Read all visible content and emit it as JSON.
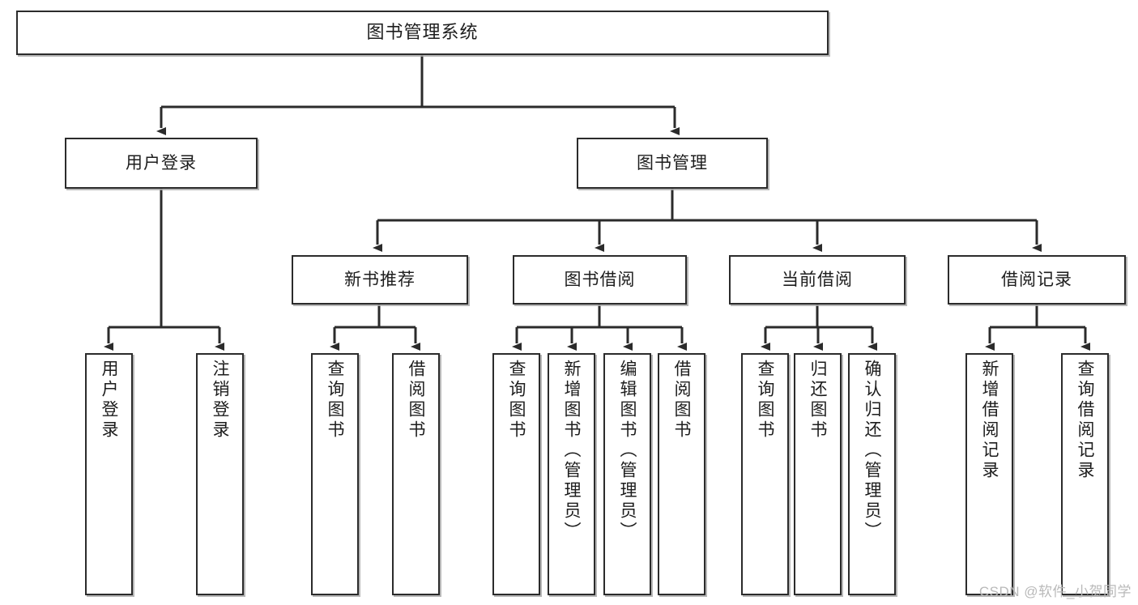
{
  "diagram": {
    "type": "tree-hierarchy",
    "title": "图书管理系统",
    "watermark": "CSDN @软件_小贺同学",
    "colors": {
      "background": "#ffffff",
      "node_border": "#2b2b2b",
      "node_fill": "#ffffff",
      "edge": "#2b2b2b",
      "text": "#1d1d1d",
      "watermark": "#b9b9b9"
    },
    "nodes": {
      "root": {
        "label": "图书管理系统",
        "level": 0
      },
      "level1": [
        {
          "id": "user-login",
          "label": "用户登录"
        },
        {
          "id": "book-management",
          "label": "图书管理"
        }
      ],
      "level2": [
        {
          "id": "new-book-recommend",
          "label": "新书推荐",
          "parent": "book-management"
        },
        {
          "id": "book-borrow",
          "label": "图书借阅",
          "parent": "book-management"
        },
        {
          "id": "current-borrow",
          "label": "当前借阅",
          "parent": "book-management"
        },
        {
          "id": "borrow-record",
          "label": "借阅记录",
          "parent": "book-management"
        }
      ],
      "leaves": [
        {
          "id": "leaf-user-login",
          "label": "用户登录",
          "parent": "user-login"
        },
        {
          "id": "leaf-logout-login",
          "label": "注销登录",
          "parent": "user-login"
        },
        {
          "id": "leaf-query-book-1",
          "label": "查询图书",
          "parent": "new-book-recommend"
        },
        {
          "id": "leaf-borrow-book-1",
          "label": "借阅图书",
          "parent": "new-book-recommend"
        },
        {
          "id": "leaf-query-book-2",
          "label": "查询图书",
          "parent": "book-borrow"
        },
        {
          "id": "leaf-add-book",
          "label": "新增图书（管理员）",
          "parent": "book-borrow"
        },
        {
          "id": "leaf-edit-book",
          "label": "编辑图书（管理员）",
          "parent": "book-borrow"
        },
        {
          "id": "leaf-borrow-book-2",
          "label": "借阅图书",
          "parent": "book-borrow"
        },
        {
          "id": "leaf-query-book-3",
          "label": "查询图书",
          "parent": "current-borrow"
        },
        {
          "id": "leaf-return-book",
          "label": "归还图书",
          "parent": "current-borrow"
        },
        {
          "id": "leaf-confirm-return",
          "label": "确认归还（管理员）",
          "parent": "current-borrow"
        },
        {
          "id": "leaf-add-record",
          "label": "新增借阅记录",
          "parent": "borrow-record"
        },
        {
          "id": "leaf-query-record",
          "label": "查询借阅记录",
          "parent": "borrow-record"
        }
      ]
    }
  }
}
